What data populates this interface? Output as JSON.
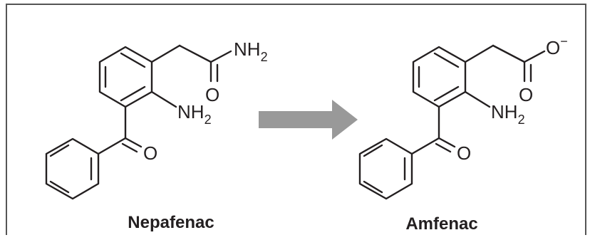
{
  "compounds": {
    "left": {
      "name": "Nepafenac",
      "amine_group": "NH",
      "amine_subscript": "2",
      "amide_group": "NH",
      "amide_subscript": "2",
      "amide_oxygen": "O",
      "ketone_oxygen": "O"
    },
    "right": {
      "name": "Amfenac",
      "amine_group": "NH",
      "amine_subscript": "2",
      "carboxylate_oxygen": "O",
      "carboxylate_charge": "−",
      "carbonyl_oxygen": "O",
      "ketone_oxygen": "O"
    }
  },
  "arrow": {
    "color": "#999999"
  },
  "frame": {
    "color": "#555555"
  }
}
